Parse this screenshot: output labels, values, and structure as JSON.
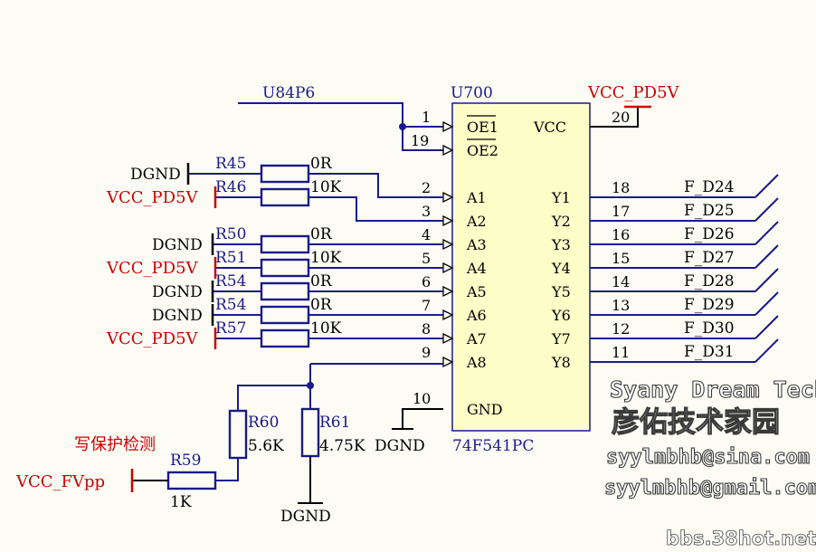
{
  "chip": {
    "ref": "U700",
    "part": "74F541PC",
    "pin_names_left": [
      "OE1",
      "OE2",
      "A1",
      "A2",
      "A3",
      "A4",
      "A5",
      "A6",
      "A7",
      "A8"
    ],
    "pin_names_right": [
      "VCC",
      "Y1",
      "Y2",
      "Y3",
      "Y4",
      "Y5",
      "Y6",
      "Y7",
      "Y8",
      "GND"
    ],
    "pin_numbers_left": [
      "1",
      "19",
      "2",
      "3",
      "4",
      "5",
      "6",
      "7",
      "8",
      "9"
    ],
    "pin_numbers_right": [
      "20",
      "18",
      "17",
      "16",
      "15",
      "14",
      "13",
      "12",
      "11",
      "10"
    ]
  },
  "nets": {
    "enable": "U84P6",
    "vcc_top": "VCC_PD5V",
    "outputs": [
      "F_D24",
      "F_D25",
      "F_D26",
      "F_D27",
      "F_D28",
      "F_D29",
      "F_D30",
      "F_D31"
    ],
    "left": [
      "DGND",
      "VCC_PD5V",
      "DGND",
      "VCC_PD5V",
      "DGND",
      "DGND",
      "VCC_PD5V"
    ],
    "chip_gnd": "DGND",
    "r61_gnd": "DGND",
    "bottom_gnd": "DGND",
    "vcc_fvpp": "VCC_FVpp"
  },
  "resistors": [
    {
      "ref": "R45",
      "value": "0R"
    },
    {
      "ref": "R46",
      "value": "10K"
    },
    {
      "ref": "R50",
      "value": "0R"
    },
    {
      "ref": "R51",
      "value": "10K"
    },
    {
      "ref": "R54",
      "value": "0R"
    },
    {
      "ref": "R54",
      "value": "0R"
    },
    {
      "ref": "R57",
      "value": "10K"
    }
  ],
  "bottom_resistors": {
    "r60": {
      "ref": "R60",
      "value": "5.6K"
    },
    "r61": {
      "ref": "R61",
      "value": "4.75K"
    },
    "r59": {
      "ref": "R59",
      "value": "1K"
    }
  },
  "annotation": "写保护检测",
  "watermark": {
    "line1": "Syany Dream Tech",
    "line2": "彦佑技术家园",
    "line3": "syylmbhb@sina.com",
    "line4": "syylmbhb@gmail.com",
    "site": "bbs.38hot.net"
  },
  "colors": {
    "wire": "#1a1a8a",
    "power": "#cc0000",
    "chip_fill": "#fdfdc8",
    "background": "#fcfcf5"
  }
}
